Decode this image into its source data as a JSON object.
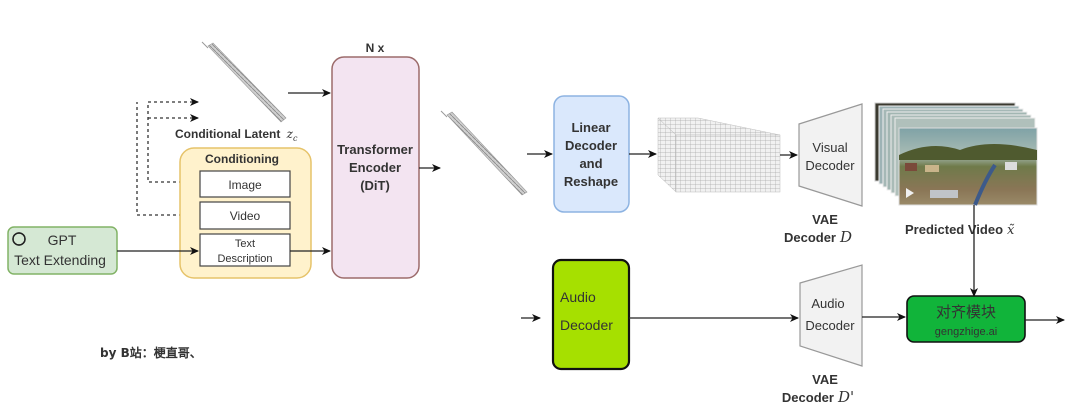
{
  "gpt": {
    "line1": "GPT",
    "line2": "Text Extending",
    "icon": "openai-logo-icon"
  },
  "conditional_latent": {
    "label": "Conditional Latent",
    "symbol": "z",
    "subscript": "c"
  },
  "conditioning": {
    "title": "Conditioning",
    "items": [
      "Image",
      "Video"
    ],
    "text_description": {
      "line1": "Text",
      "line2": "Description"
    }
  },
  "transformer": {
    "repeat_label": "N x",
    "line1": "Transformer",
    "line2": "Encoder",
    "line3": "(DiT)"
  },
  "linear_decoder": {
    "line1": "Linear",
    "line2": "Decoder",
    "line3": "and",
    "line4": "Reshape"
  },
  "visual_decoder": {
    "line1": "Visual",
    "line2": "Decoder",
    "caption1": "VAE",
    "caption2": "Decoder",
    "symbol": "D"
  },
  "predicted_video": {
    "label": "Predicted Video",
    "symbol": "x̃"
  },
  "audio_decoder_box": {
    "line1": "Audio",
    "line2": "Decoder"
  },
  "audio_vae": {
    "line1": "Audio",
    "line2": "Decoder",
    "caption1": "VAE",
    "caption2": "Decoder",
    "symbol": "D'"
  },
  "alignment": {
    "title": "对齐模块",
    "subtitle": "gengzhige.ai"
  },
  "credit": {
    "text": "by B站：梗直哥、"
  },
  "colors": {
    "gpt_fill": "#d5e8d4",
    "gpt_stroke": "#82b366",
    "conditioning_fill": "#fff2cc",
    "conditioning_stroke": "#d6b656",
    "transformer_fill": "#f3e4f1",
    "transformer_stroke": "#9c6b6b",
    "linear_fill": "#dae8fc",
    "linear_stroke": "#8db3e2",
    "audio_fill": "#a6e000",
    "align_fill": "#11b43a"
  }
}
